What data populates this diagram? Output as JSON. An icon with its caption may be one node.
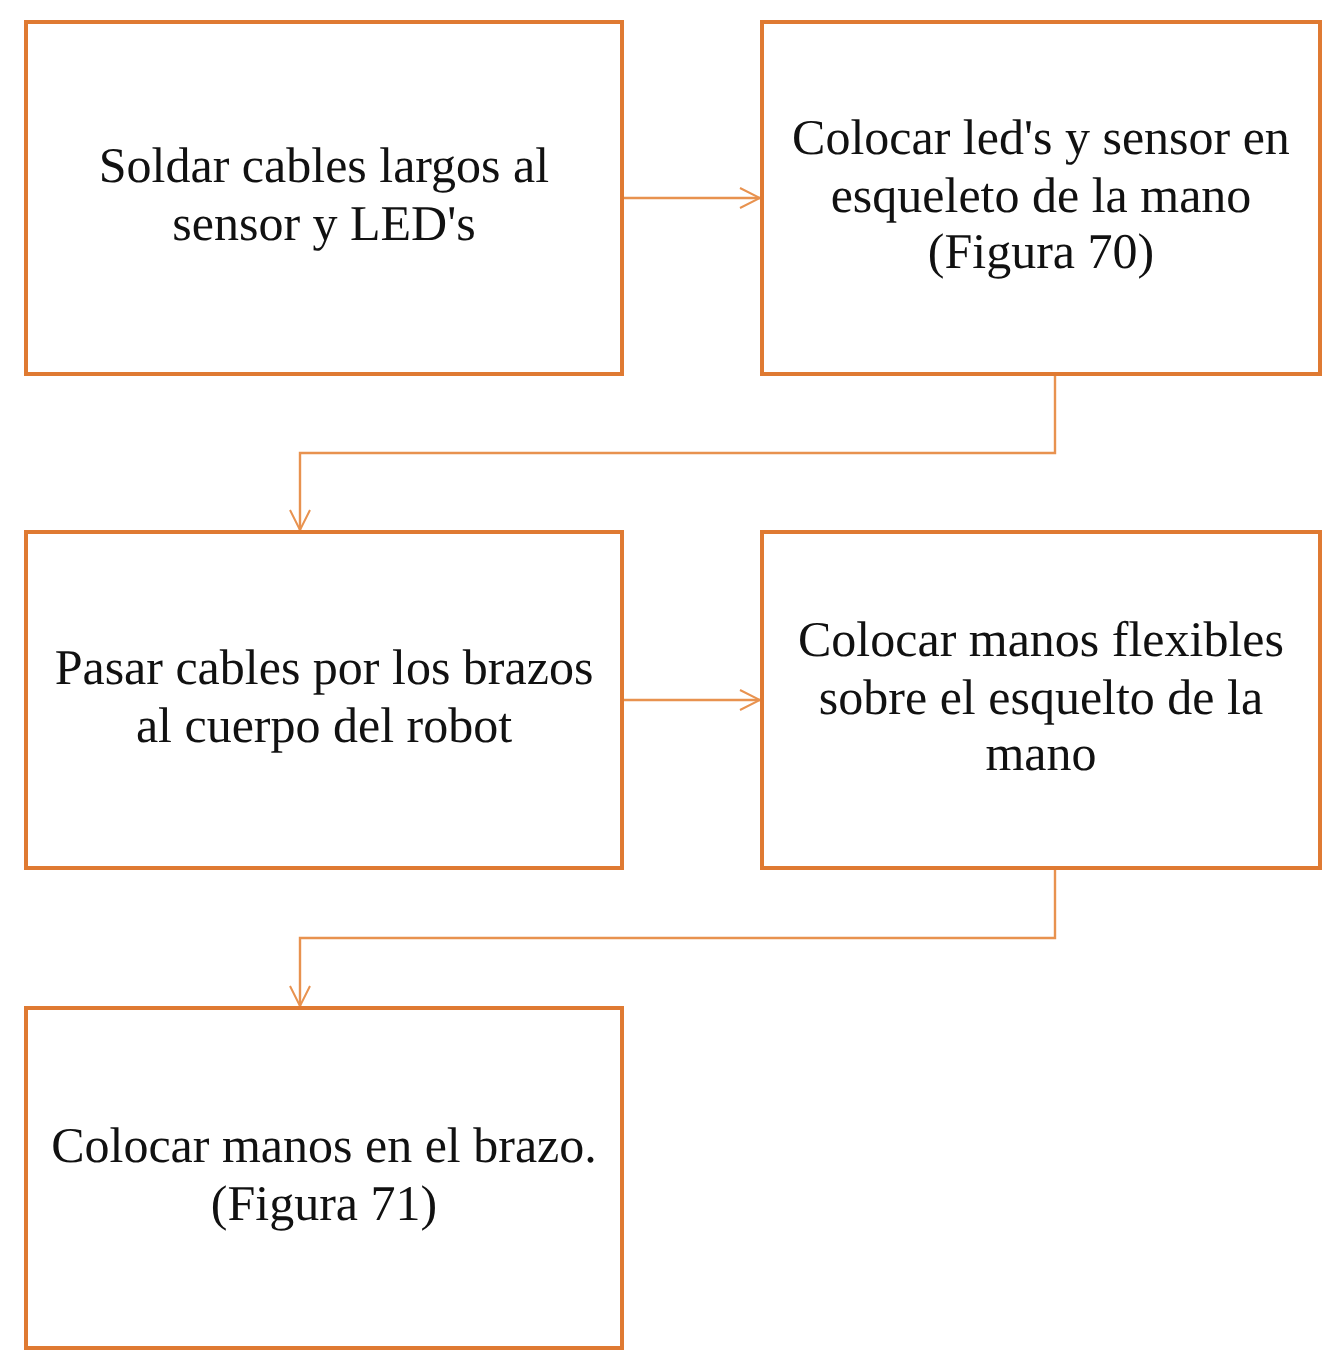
{
  "diagram": {
    "nodes": [
      {
        "text": [
          "Soldar cables largos al sensor y LED's"
        ]
      },
      {
        "text": [
          "Colocar led's y sensor en esqueleto de la mano (Figura 70)"
        ]
      },
      {
        "text": [
          "Pasar cables por los brazos al cuerpo del robot"
        ]
      },
      {
        "text": [
          "Colocar manos flexibles sobre el esquelto de la mano"
        ]
      },
      {
        "text": [
          "Colocar manos en el brazo. (Figura 71)"
        ]
      }
    ],
    "edges": [
      {
        "from": 0,
        "to": 1,
        "arrow": "to"
      },
      {
        "from": 1,
        "to": 2,
        "arrow": "to"
      },
      {
        "from": 2,
        "to": 3,
        "arrow": "to"
      },
      {
        "from": 3,
        "to": 4,
        "arrow": "to"
      }
    ]
  }
}
